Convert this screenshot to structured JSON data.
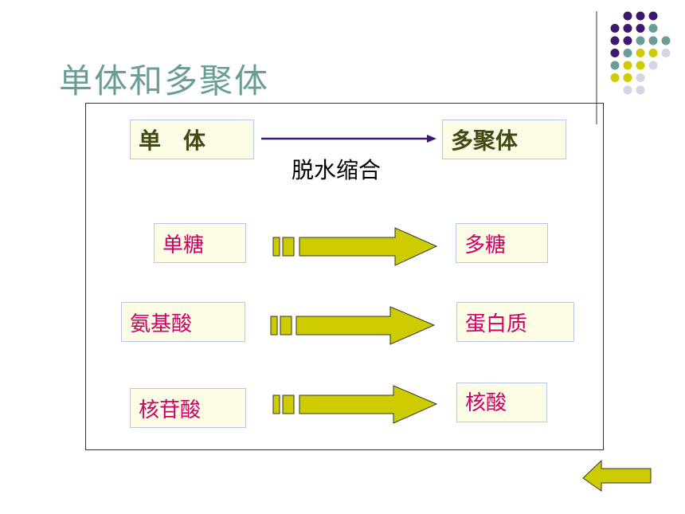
{
  "slide": {
    "title": "单体和多聚体",
    "header": {
      "left": "单　体",
      "right": "多聚体",
      "caption": "脱水缩合"
    },
    "rows": [
      {
        "monomer": "单糖",
        "polymer": "多糖"
      },
      {
        "monomer": "氨基酸",
        "polymer": "蛋白质"
      },
      {
        "monomer": "核苷酸",
        "polymer": "核酸"
      }
    ],
    "colors": {
      "title": "#6a9c98",
      "arrow_fill": "#cccc00",
      "box_fill": "#fdfde6",
      "box_border": "#b6c7e6",
      "row_text": "#cc0066",
      "header_text": "#3f4a14",
      "line_arrow": "#3d1a6e",
      "dot_purple": "#3d1a6e",
      "dot_teal": "#6a9c98",
      "dot_olive": "#cccc00",
      "dot_lavender": "#d4d4e4"
    },
    "icons": [
      "back-arrow-icon",
      "decorative-dot-grid"
    ]
  }
}
